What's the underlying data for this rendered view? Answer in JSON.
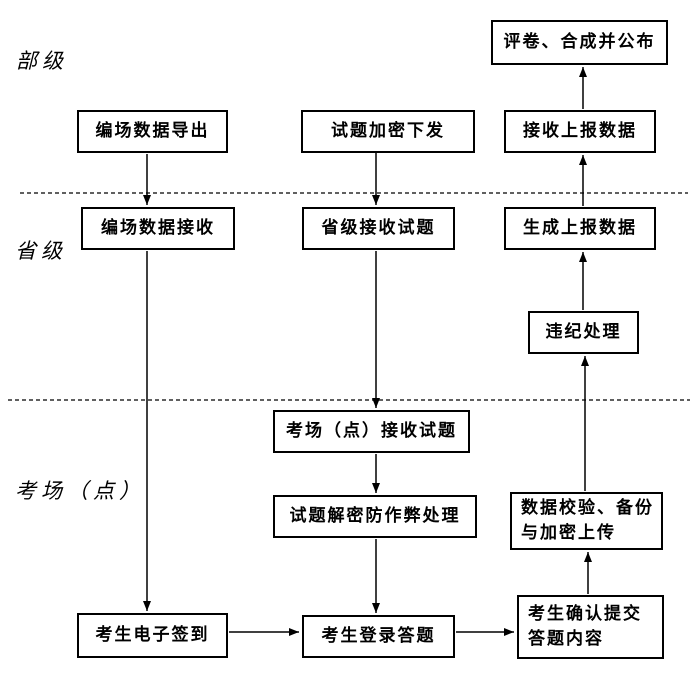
{
  "diagram": {
    "title": "",
    "colors": {
      "line": "#000000",
      "box_border": "#000000",
      "text": "#000000",
      "background": "#ffffff"
    },
    "lanes": [
      {
        "id": "ministry",
        "label": "部级"
      },
      {
        "id": "province",
        "label": "省级"
      },
      {
        "id": "site",
        "label": "考场（点）"
      }
    ],
    "nodes": [
      {
        "id": "exam-room-data-export",
        "label": "编场数据导出",
        "lane": "部级"
      },
      {
        "id": "encrypted-paper-distribution",
        "label": "试题加密下发",
        "lane": "部级"
      },
      {
        "id": "receive-reported-data",
        "label": "接收上报数据",
        "lane": "部级"
      },
      {
        "id": "scoring-merge-publish",
        "label": "评卷、合成并公布",
        "lane": "部级"
      },
      {
        "id": "exam-room-data-receive",
        "label": "编场数据接收",
        "lane": "省级"
      },
      {
        "id": "province-receive-papers",
        "label": "省级接收试题",
        "lane": "省级"
      },
      {
        "id": "generate-report-data",
        "label": "生成上报数据",
        "lane": "省级"
      },
      {
        "id": "violation-handling",
        "label": "违纪处理",
        "lane": "省级"
      },
      {
        "id": "site-receive-papers",
        "label": "考场（点）接收试题",
        "lane": "考场（点）"
      },
      {
        "id": "paper-decrypt-anticheat",
        "label": "试题解密防作弊处理",
        "lane": "考场（点）"
      },
      {
        "id": "data-verify-backup-upload",
        "label": "数据校验、备份\n与加密上传",
        "lane": "考场（点）"
      },
      {
        "id": "candidate-esign-in",
        "label": "考生电子签到",
        "lane": "考场（点）"
      },
      {
        "id": "candidate-login-answer",
        "label": "考生登录答题",
        "lane": "考场（点）"
      },
      {
        "id": "candidate-confirm-submit",
        "label": "考生确认提交\n答题内容",
        "lane": "考场（点）"
      }
    ],
    "edges": [
      {
        "from": "编场数据导出",
        "to": "编场数据接收"
      },
      {
        "from": "编场数据接收",
        "to": "考生电子签到"
      },
      {
        "from": "试题加密下发",
        "to": "省级接收试题"
      },
      {
        "from": "省级接收试题",
        "to": "考场（点）接收试题"
      },
      {
        "from": "考场（点）接收试题",
        "to": "试题解密防作弊处理"
      },
      {
        "from": "试题解密防作弊处理",
        "to": "考生登录答题"
      },
      {
        "from": "考生电子签到",
        "to": "考生登录答题"
      },
      {
        "from": "考生登录答题",
        "to": "考生确认提交答题内容"
      },
      {
        "from": "考生确认提交答题内容",
        "to": "数据校验、备份与加密上传"
      },
      {
        "from": "数据校验、备份与加密上传",
        "to": "违纪处理"
      },
      {
        "from": "违纪处理",
        "to": "生成上报数据"
      },
      {
        "from": "生成上报数据",
        "to": "接收上报数据"
      },
      {
        "from": "接收上报数据",
        "to": "评卷、合成并公布"
      }
    ]
  }
}
